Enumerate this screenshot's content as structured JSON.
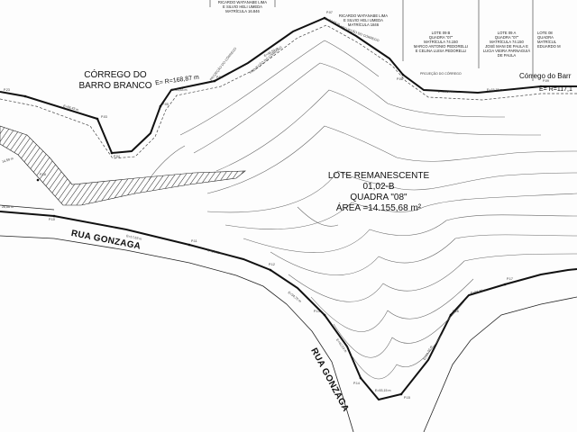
{
  "title_block": {
    "lot_name": "LOTE REMANESCENTE",
    "lot_number": "01,02-B",
    "block": "QUADRA \"08\"",
    "area": "ÁREA =14.155,68 m²"
  },
  "streams": {
    "left_name_1": "CÓRREGO DO",
    "left_name_2": "BARRO BRANCO",
    "left_radius": "E= R=168,87 m",
    "right_name": "Córrego do Barr",
    "right_radius": "E= R=117,1"
  },
  "streets": {
    "main": "RUA GONZAGA",
    "curve": "RUA GONZAGA"
  },
  "owners": {
    "top_left_1": "RICARDO WATANABE LIMA",
    "top_left_2": "E SILVIO HELI UMEDA",
    "top_left_3": "MATRÍCULA 16.846",
    "top_mid_1": "RICARDO WATANABE LIMA",
    "top_mid_2": "E SILVIO HELI UMEDA",
    "top_mid_3": "MATRÍCULA 1846",
    "lot_b_1": "LOTE 09 B",
    "lot_b_2": "QUADRA \"07\"",
    "lot_b_3": "MATRÍCULA 74.150",
    "lot_b_4": "MARCO ANTONIO PEDORELLI",
    "lot_b_5": "E CELINA LUISA PEDORELLI",
    "lot_a_1": "LOTE 09 A",
    "lot_a_2": "QUADRA \"07\"",
    "lot_a_3": "MATRÍCULA 74.150",
    "lot_a_4": "JOSÉ MANI DE PAULA E",
    "lot_a_5": "LUCIA VIEIRA PARNAGUIÁ",
    "lot_a_6": "DE PAULA",
    "lot_c_1": "LOTE 08",
    "lot_c_2": "QUADRA",
    "lot_c_3": "MATRÍCUL",
    "lot_c_4": "EDUARDO M"
  },
  "annotations": {
    "projecao_1": "PROJEÇÃO DO CÓRREGO",
    "projecao_2": "PROJEÇÃO DO CÓRREGO",
    "projecao_3": "PROJEÇÃO DO CÓRREGO",
    "projecao_4": "PROJEÇÃO DO CÓRREGO",
    "seg_1": "E=48,59 m",
    "seg_2": "E=34,93 m",
    "seg_3": "E=26,83 m",
    "seg_4": "E=55,43 m",
    "seg_5": "E=17,63 m",
    "seg_6": "E=34,70 m",
    "seg_7": "E=42,53 m",
    "seg_8": "E=53,15 m",
    "seg_9": "E=15,15 m",
    "seg_10": "E=56,79 m",
    "seg_11": "E=28,54 m",
    "seg_12": "E=16,52 m",
    "seg_13": "E=24,32 m",
    "left_dim": "26,86 m",
    "left_dim2": "14,59 m",
    "p_left": "P.23",
    "p_a": "P.03",
    "p_b": "P.04",
    "p_c": "P.05",
    "p_d": "P.06",
    "p_e": "P.07",
    "p_f": "P.08",
    "p_g": "P.09",
    "p_h": "P.10",
    "p_i": "P.11",
    "p_j": "P.12",
    "p_k": "P.13",
    "p_l": "P.14",
    "p_m": "P.15",
    "p_n": "P.16",
    "p_o": "P.17",
    "p_p": "P.18"
  },
  "colors": {
    "ink": "#111111",
    "contour": "#666666",
    "paper": "#fdfdfd"
  }
}
